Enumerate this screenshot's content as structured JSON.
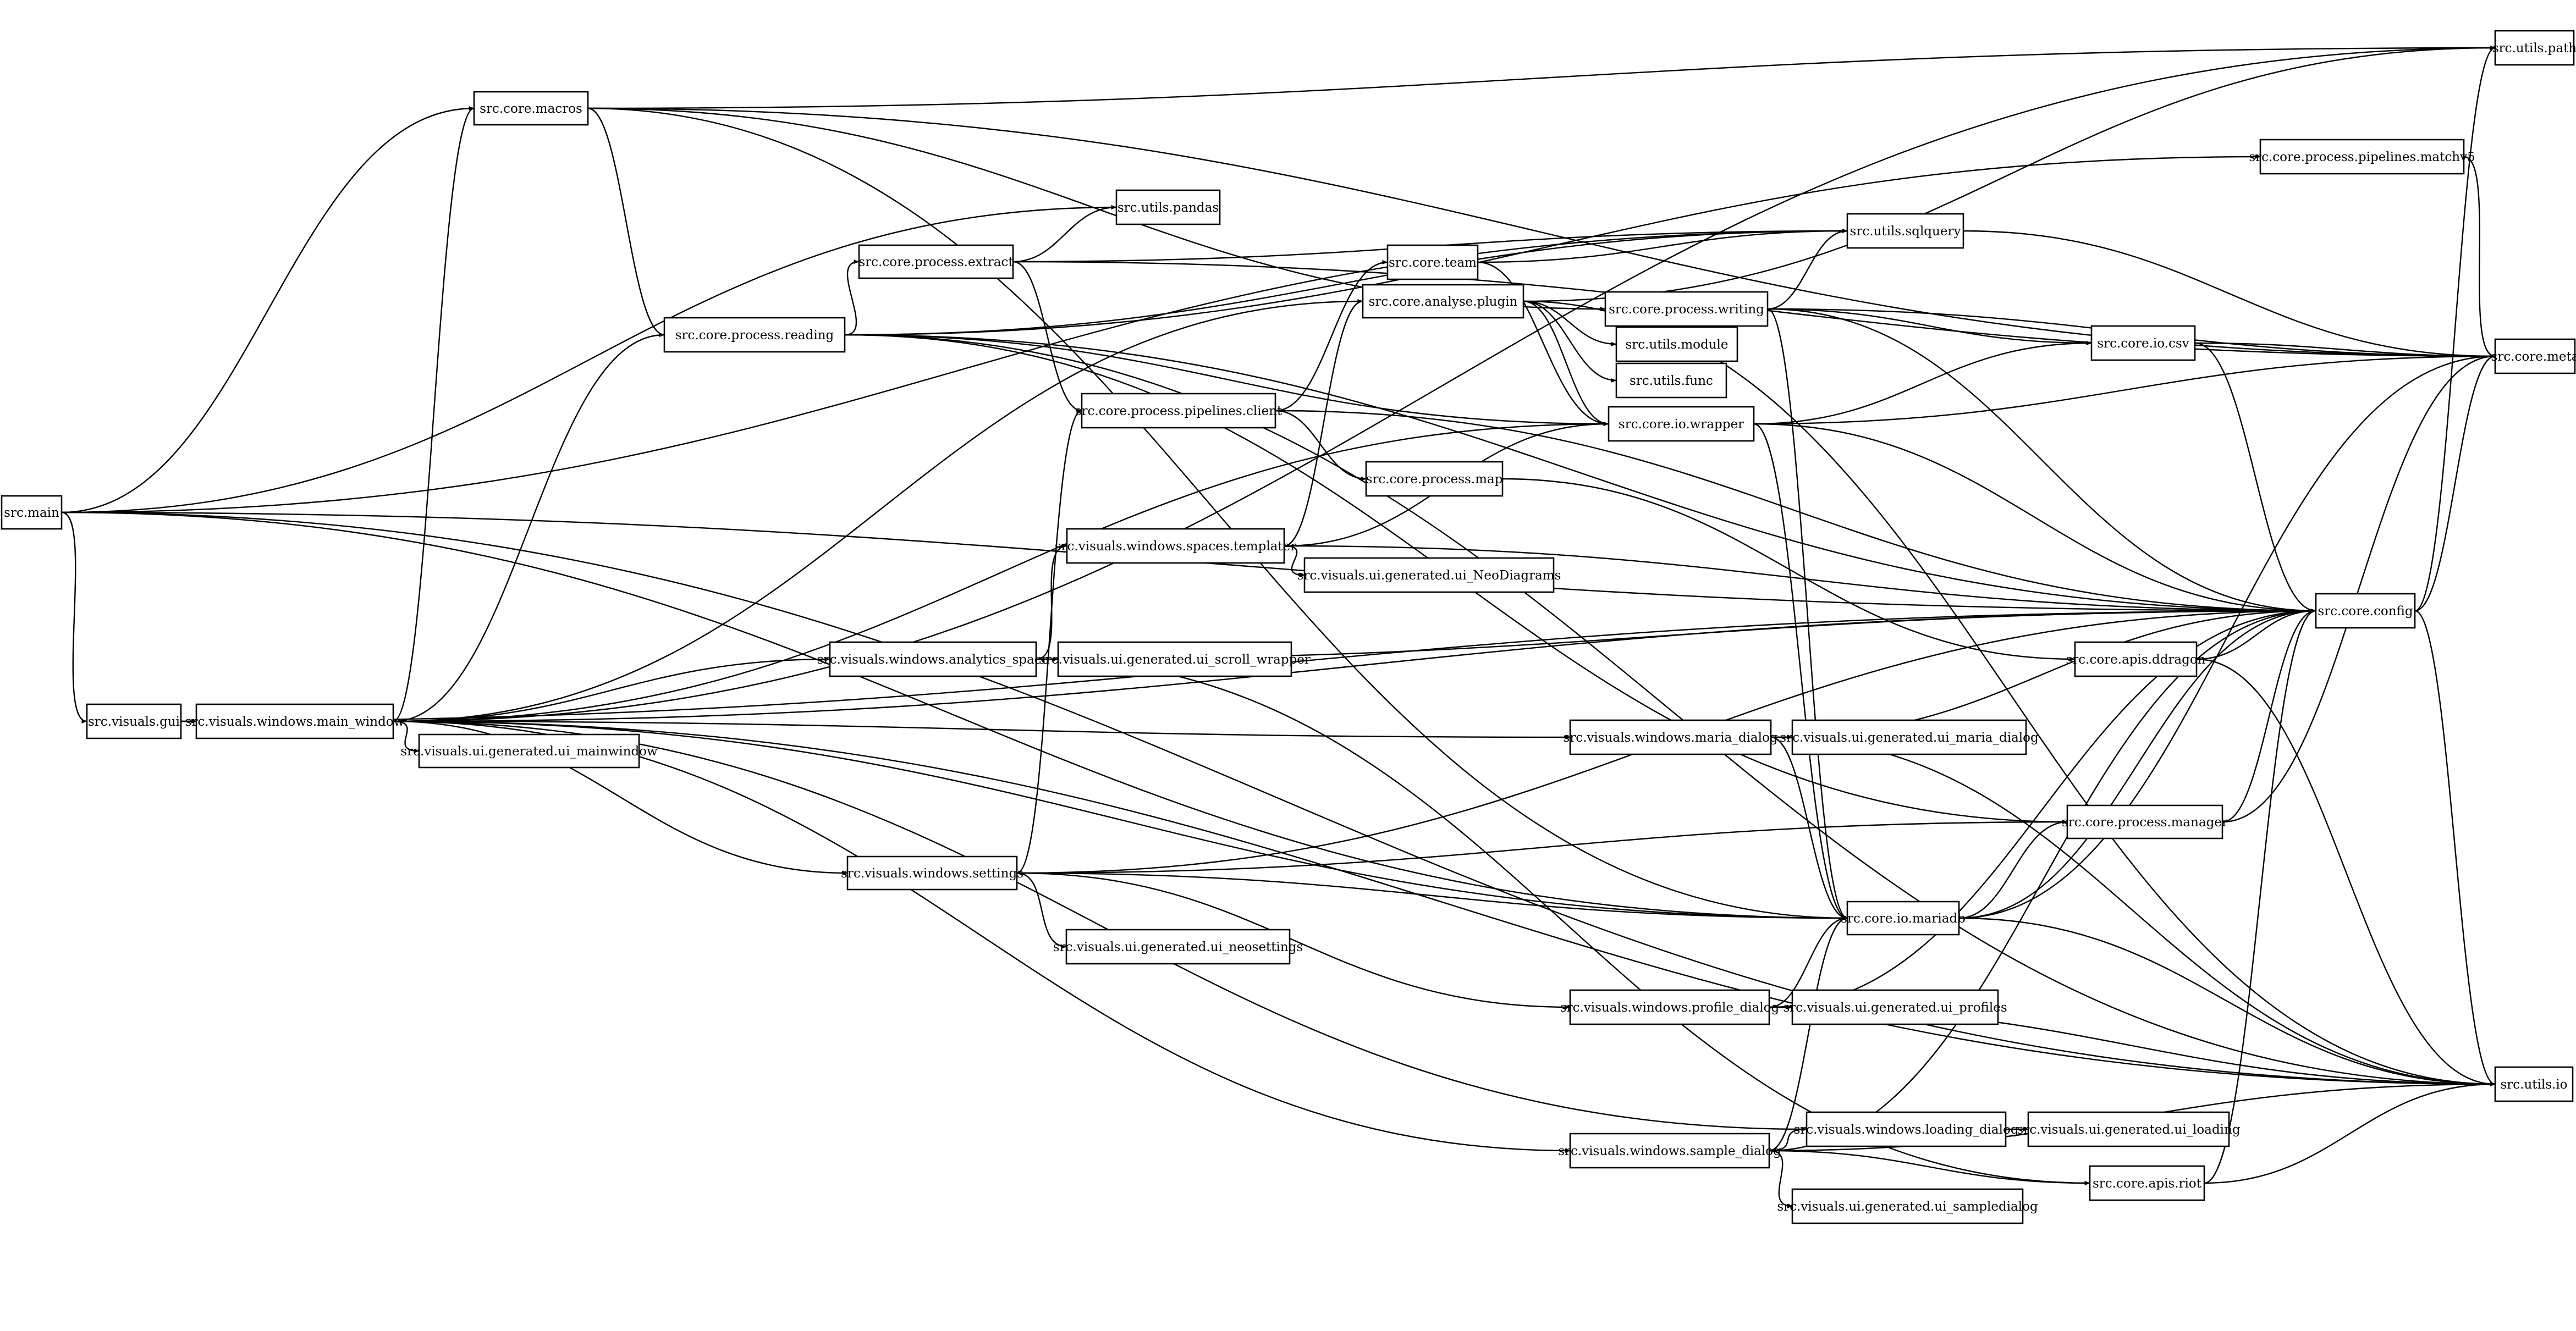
{
  "nodes": [
    {
      "id": "main",
      "label": "src.main"
    },
    {
      "id": "gui",
      "label": "src.visuals.gui"
    },
    {
      "id": "mainwin",
      "label": "src.visuals.windows.main_window"
    },
    {
      "id": "macros",
      "label": "src.core.macros"
    },
    {
      "id": "reading",
      "label": "src.core.process.reading"
    },
    {
      "id": "extract",
      "label": "src.core.process.extract"
    },
    {
      "id": "pclient",
      "label": "src.core.process.pipelines.client"
    },
    {
      "id": "team",
      "label": "src.core.team"
    },
    {
      "id": "aplugin",
      "label": "src.core.analyse.plugin"
    },
    {
      "id": "writing",
      "label": "src.core.process.writing"
    },
    {
      "id": "pmap",
      "label": "src.core.process.map"
    },
    {
      "id": "templater",
      "label": "src.visuals.windows.spaces.templater"
    },
    {
      "id": "analytics",
      "label": "src.visuals.windows.analytics_space"
    },
    {
      "id": "uimainwin",
      "label": "src.visuals.ui.generated.ui_mainwindow"
    },
    {
      "id": "settings",
      "label": "src.visuals.windows.settings"
    },
    {
      "id": "uineo",
      "label": "src.visuals.ui.generated.ui_neosettings"
    },
    {
      "id": "uiscroll",
      "label": "src.visuals.ui.generated.ui_scroll_wrapper"
    },
    {
      "id": "uineodiag",
      "label": "src.visuals.ui.generated.ui_NeoDiagrams"
    },
    {
      "id": "pandas",
      "label": "src.utils.pandas"
    },
    {
      "id": "module",
      "label": "src.utils.module"
    },
    {
      "id": "func",
      "label": "src.utils.func"
    },
    {
      "id": "wrapper",
      "label": "src.core.io.wrapper"
    },
    {
      "id": "sqlquery",
      "label": "src.utils.sqlquery"
    },
    {
      "id": "csv",
      "label": "src.core.io.csv"
    },
    {
      "id": "mariadlg",
      "label": "src.visuals.windows.maria_dialog"
    },
    {
      "id": "uimaria",
      "label": "src.visuals.ui.generated.ui_maria_dialog"
    },
    {
      "id": "mariadb",
      "label": "src.core.io.mariadb"
    },
    {
      "id": "profiledlg",
      "label": "src.visuals.windows.profile_dialog"
    },
    {
      "id": "uiprofiles",
      "label": "src.visuals.ui.generated.ui_profiles"
    },
    {
      "id": "sampledlg",
      "label": "src.visuals.windows.sample_dialog"
    },
    {
      "id": "loadingdlg",
      "label": "src.visuals.windows.loading_dialog"
    },
    {
      "id": "uiloading",
      "label": "src.visuals.ui.generated.ui_loading"
    },
    {
      "id": "uisample",
      "label": "src.visuals.ui.generated.ui_sampledialog"
    },
    {
      "id": "ddragon",
      "label": "src.core.apis.ddragon"
    },
    {
      "id": "manager",
      "label": "src.core.process.manager"
    },
    {
      "id": "riot",
      "label": "src.core.apis.riot"
    },
    {
      "id": "matchv5",
      "label": "src.core.process.pipelines.matchv5"
    },
    {
      "id": "config",
      "label": "src.core.config"
    },
    {
      "id": "path",
      "label": "src.utils.path"
    },
    {
      "id": "meta",
      "label": "src.core.meta"
    },
    {
      "id": "io",
      "label": "src.utils.io"
    }
  ],
  "edges": [
    [
      "main",
      "gui"
    ],
    [
      "main",
      "macros"
    ],
    [
      "main",
      "pandas"
    ],
    [
      "main",
      "sqlquery"
    ],
    [
      "main",
      "config"
    ],
    [
      "main",
      "mariadb"
    ],
    [
      "main",
      "io"
    ],
    [
      "gui",
      "mainwin"
    ],
    [
      "gui",
      "config"
    ],
    [
      "mainwin",
      "uimainwin"
    ],
    [
      "mainwin",
      "macros"
    ],
    [
      "mainwin",
      "reading"
    ],
    [
      "mainwin",
      "analytics"
    ],
    [
      "mainwin",
      "settings"
    ],
    [
      "mainwin",
      "mariadlg"
    ],
    [
      "mainwin",
      "sampledlg"
    ],
    [
      "mainwin",
      "loadingdlg"
    ],
    [
      "mainwin",
      "mariadb"
    ],
    [
      "mainwin",
      "wrapper"
    ],
    [
      "mainwin",
      "config"
    ],
    [
      "mainwin",
      "path"
    ],
    [
      "mainwin",
      "io"
    ],
    [
      "mainwin",
      "aplugin"
    ],
    [
      "macros",
      "reading"
    ],
    [
      "macros",
      "writing"
    ],
    [
      "macros",
      "path"
    ],
    [
      "macros",
      "meta"
    ],
    [
      "macros",
      "mariadb"
    ],
    [
      "reading",
      "extract"
    ],
    [
      "reading",
      "sqlquery"
    ],
    [
      "reading",
      "wrapper"
    ],
    [
      "reading",
      "matchv5"
    ],
    [
      "reading",
      "config"
    ],
    [
      "reading",
      "manager"
    ],
    [
      "reading",
      "io"
    ],
    [
      "extract",
      "pandas"
    ],
    [
      "extract",
      "sqlquery"
    ],
    [
      "extract",
      "meta"
    ],
    [
      "extract",
      "pclient"
    ],
    [
      "pclient",
      "team"
    ],
    [
      "pclient",
      "config"
    ],
    [
      "pclient",
      "pmap"
    ],
    [
      "team",
      "sqlquery"
    ],
    [
      "team",
      "wrapper"
    ],
    [
      "aplugin",
      "module"
    ],
    [
      "aplugin",
      "func"
    ],
    [
      "aplugin",
      "wrapper"
    ],
    [
      "aplugin",
      "path"
    ],
    [
      "aplugin",
      "io"
    ],
    [
      "writing",
      "sqlquery"
    ],
    [
      "writing",
      "csv"
    ],
    [
      "writing",
      "meta"
    ],
    [
      "writing",
      "config"
    ],
    [
      "writing",
      "mariadb"
    ],
    [
      "pmap",
      "ddragon"
    ],
    [
      "templater",
      "aplugin"
    ],
    [
      "templater",
      "wrapper"
    ],
    [
      "templater",
      "config"
    ],
    [
      "templater",
      "uineodiag"
    ],
    [
      "analytics",
      "templater"
    ],
    [
      "analytics",
      "uiscroll"
    ],
    [
      "analytics",
      "config"
    ],
    [
      "analytics",
      "riot"
    ],
    [
      "settings",
      "pclient"
    ],
    [
      "settings",
      "uineo"
    ],
    [
      "settings",
      "mariadb"
    ],
    [
      "settings",
      "profiledlg"
    ],
    [
      "settings",
      "manager"
    ],
    [
      "settings",
      "config"
    ],
    [
      "wrapper",
      "csv"
    ],
    [
      "wrapper",
      "meta"
    ],
    [
      "wrapper",
      "config"
    ],
    [
      "wrapper",
      "mariadb"
    ],
    [
      "sqlquery",
      "meta"
    ],
    [
      "csv",
      "meta"
    ],
    [
      "csv",
      "config"
    ],
    [
      "mariadlg",
      "uimaria"
    ],
    [
      "mariadlg",
      "mariadb"
    ],
    [
      "mariadlg",
      "config"
    ],
    [
      "mariadlg",
      "io"
    ],
    [
      "mariadb",
      "manager"
    ],
    [
      "mariadb",
      "config"
    ],
    [
      "mariadb",
      "meta"
    ],
    [
      "mariadb",
      "io"
    ],
    [
      "profiledlg",
      "uiprofiles"
    ],
    [
      "profiledlg",
      "mariadb"
    ],
    [
      "profiledlg",
      "config"
    ],
    [
      "profiledlg",
      "io"
    ],
    [
      "sampledlg",
      "loadingdlg"
    ],
    [
      "sampledlg",
      "uisample"
    ],
    [
      "sampledlg",
      "riot"
    ],
    [
      "sampledlg",
      "mariadb"
    ],
    [
      "sampledlg",
      "config"
    ],
    [
      "sampledlg",
      "io"
    ],
    [
      "loadingdlg",
      "uiloading"
    ],
    [
      "ddragon",
      "config"
    ],
    [
      "ddragon",
      "io"
    ],
    [
      "manager",
      "config"
    ],
    [
      "manager",
      "meta"
    ],
    [
      "riot",
      "config"
    ],
    [
      "riot",
      "io"
    ],
    [
      "matchv5",
      "meta"
    ],
    [
      "config",
      "path"
    ],
    [
      "config",
      "meta"
    ],
    [
      "config",
      "io"
    ]
  ]
}
